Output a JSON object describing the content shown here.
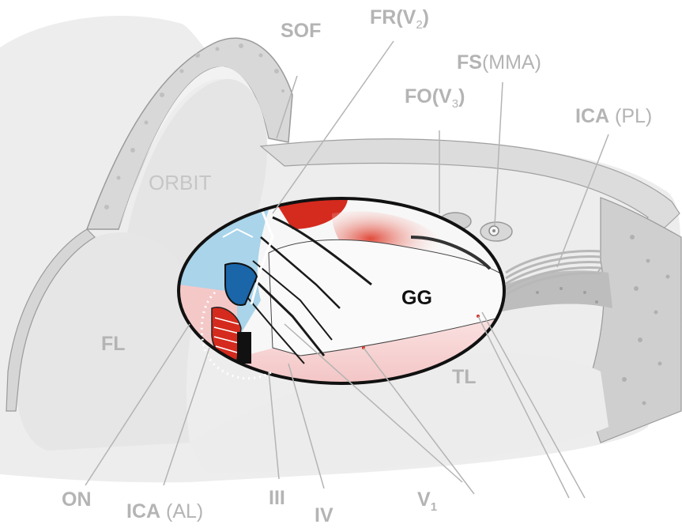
{
  "labels": {
    "sof": "SOF",
    "fr_main": "FR(V",
    "fr_sub": "2",
    "fr_close": ")",
    "fs_bold": "FS",
    "fs_rest": "(MMA)",
    "fo_main": "FO(V",
    "fo_sub": "3",
    "fo_close": ")",
    "ica_pl_bold": "ICA",
    "ica_pl_rest": " (PL)",
    "orbit": "ORBIT",
    "gg": "GG",
    "fl": "FL",
    "tl": "TL",
    "on": "ON",
    "ica_al_bold": "ICA",
    "ica_al_rest": " (AL)",
    "iii": "III",
    "iv": "IV",
    "v1_main": "V",
    "v1_sub": "1"
  },
  "colors": {
    "label_gray": "#b4b4b4",
    "bone": "#d9d9d9",
    "ellipse_outline": "#111111",
    "cavernous_blue": "#a9d4ea",
    "tl_pink": "#f7d3d3",
    "artery_red": "#d42b1e"
  }
}
